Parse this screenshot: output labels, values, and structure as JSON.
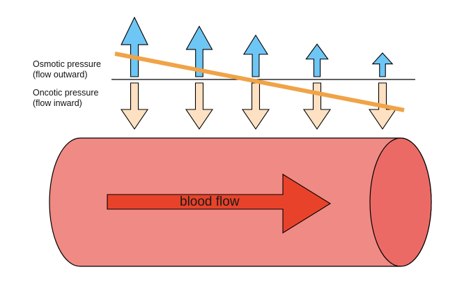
{
  "labels": {
    "osmotic_line1": "Osmotic pressure",
    "osmotic_line2": "(flow outward)",
    "oncotic_line1": "Oncotic pressure",
    "oncotic_line2": "(flow inward)",
    "blood_flow": "blood flow"
  },
  "colors": {
    "outward_arrow": "#6ec6f5",
    "inward_arrow": "#fde1c2",
    "pressure_trend_line": "#f0a347",
    "vessel_body": "#f08a84",
    "vessel_end": "#ec6a66",
    "flow_arrow": "#e8432a"
  },
  "icons": {
    "outward": "arrow-up-icon",
    "inward": "arrow-down-icon",
    "flow": "arrow-right-icon"
  },
  "osmotic_relative_strength": [
    1.0,
    0.85,
    0.7,
    0.55,
    0.4
  ],
  "oncotic_relative_strength": [
    1.0,
    1.0,
    1.0,
    1.0,
    1.0
  ]
}
